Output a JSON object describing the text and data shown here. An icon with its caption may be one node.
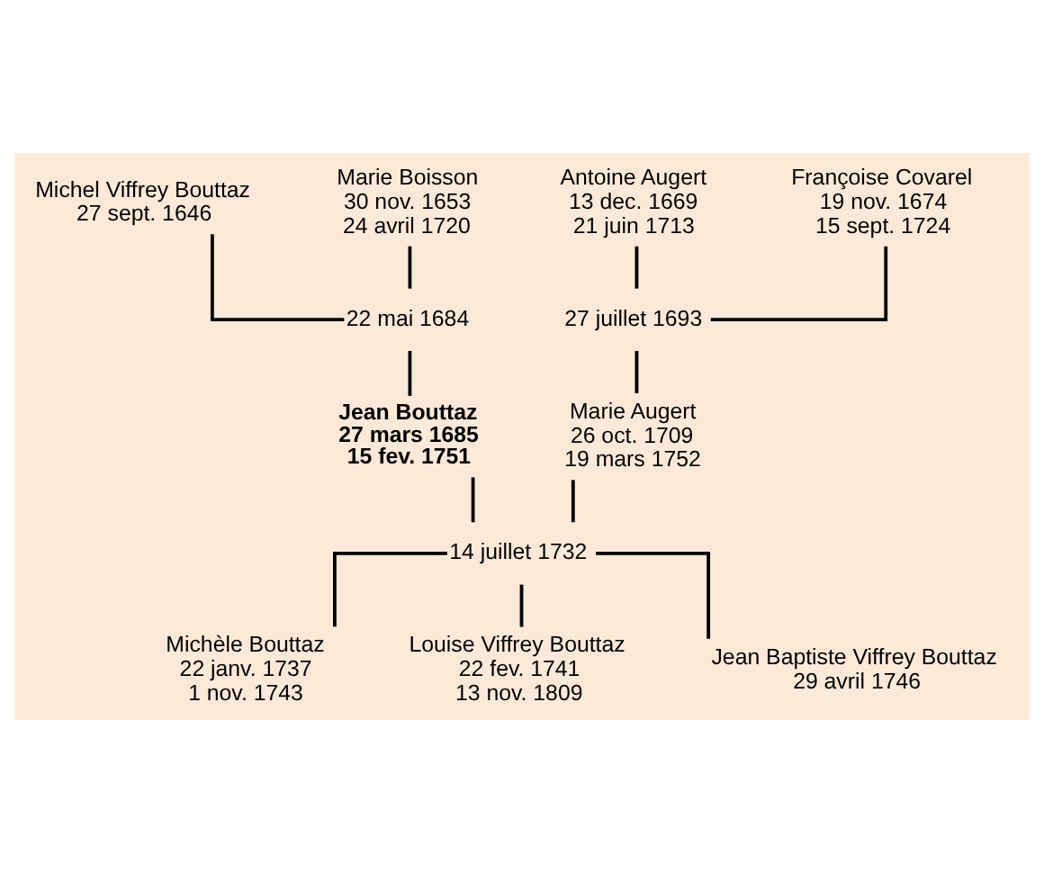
{
  "diagram": {
    "nodes": [
      {
        "text": [
          "Michel Viffrey Bouttaz",
          "27 sept. 1646"
        ]
      },
      {
        "text": [
          "Marie Boisson",
          "30 nov. 1653",
          "24 avril 1720"
        ]
      },
      {
        "text": [
          "Antoine Augert",
          "13 dec. 1669",
          "21 juin 1713"
        ]
      },
      {
        "text": [
          "Françoise Covarel",
          "19 nov. 1674",
          "15 sept. 1724"
        ]
      },
      {
        "text": [
          "22 mai 1684"
        ]
      },
      {
        "text": [
          "27 juillet 1693"
        ]
      },
      {
        "text": [
          "Jean Bouttaz",
          "27 mars 1685",
          "15 fev. 1751"
        ]
      },
      {
        "text": [
          "Marie Augert",
          "26 oct. 1709",
          "19 mars 1752"
        ]
      },
      {
        "text": [
          "14 juillet 1732"
        ]
      },
      {
        "text": [
          "Michèle Bouttaz",
          "22 janv. 1737",
          "1 nov. 1743"
        ]
      },
      {
        "text": [
          "Louise Viffrey Bouttaz",
          "22 fev. 1741",
          "13 nov. 1809"
        ]
      },
      {
        "text": [
          "Jean Baptiste Viffrey Bouttaz",
          "29 avril 1746"
        ]
      }
    ],
    "edges": [
      {
        "from": 0,
        "to": 4,
        "arrow": "none"
      },
      {
        "from": 1,
        "to": 4,
        "arrow": "none"
      },
      {
        "from": 2,
        "to": 5,
        "arrow": "none"
      },
      {
        "from": 3,
        "to": 5,
        "arrow": "none"
      },
      {
        "from": 4,
        "to": 6,
        "arrow": "none"
      },
      {
        "from": 5,
        "to": 7,
        "arrow": "none"
      },
      {
        "from": 6,
        "to": 8,
        "arrow": "none"
      },
      {
        "from": 7,
        "to": 8,
        "arrow": "none"
      },
      {
        "from": 8,
        "to": 9,
        "arrow": "none"
      },
      {
        "from": 8,
        "to": 10,
        "arrow": "none"
      },
      {
        "from": 8,
        "to": 11,
        "arrow": "none"
      }
    ]
  }
}
